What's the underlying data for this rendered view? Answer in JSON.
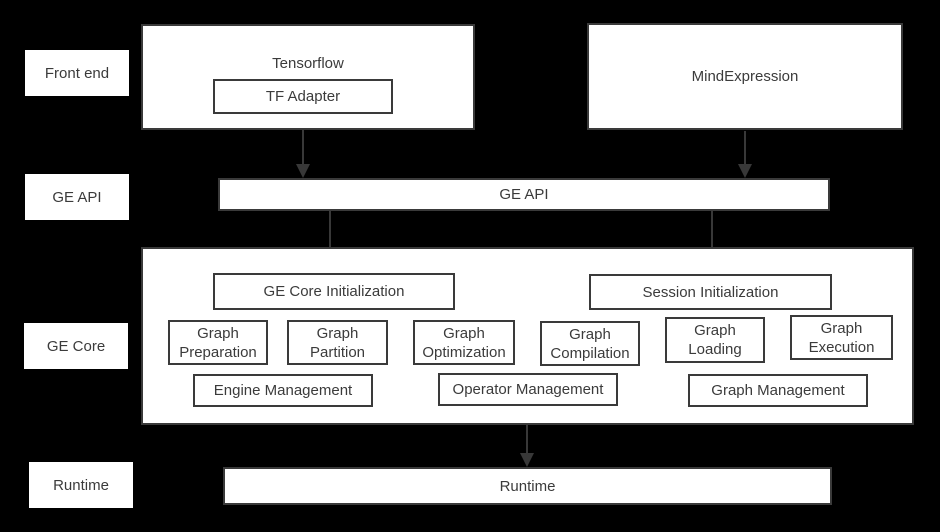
{
  "colors": {
    "background": "#000000",
    "box_fill": "#ffffff",
    "border": "#3a3a3a",
    "text": "#3b3b3b",
    "arrow": "#383838"
  },
  "labels": {
    "front_end": "Front end",
    "ge_api": "GE API",
    "ge_core": "GE Core",
    "runtime": "Runtime"
  },
  "front_end": {
    "tensorflow": "Tensorflow",
    "tf_adapter": "TF Adapter",
    "mind_expression": "MindExpression"
  },
  "ge_api": {
    "bar": "GE API"
  },
  "ge_core": {
    "ge_core_init": "GE Core Initialization",
    "session_init": "Session Initialization",
    "stages": [
      "Graph Preparation",
      "Graph Partition",
      "Graph Optimization",
      "Graph Compilation",
      "Graph Loading",
      "Graph Execution"
    ],
    "management": [
      "Engine Management",
      "Operator Management",
      "Graph Management"
    ]
  },
  "runtime": {
    "bar": "Runtime"
  }
}
